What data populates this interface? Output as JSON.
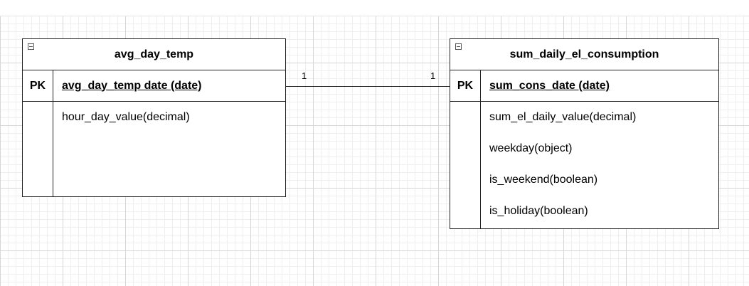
{
  "entities": [
    {
      "title": "avg_day_temp",
      "pk_label": "PK",
      "pk_field": "avg_day_temp date (date)",
      "attributes": [
        "hour_day_value(decimal)"
      ]
    },
    {
      "title": "sum_daily_el_consumption",
      "pk_label": "PK",
      "pk_field": "sum_cons_date (date)",
      "attributes": [
        "sum_el_daily_value(decimal)",
        "weekday(object)",
        "is_weekend(boolean)",
        "is_holiday(boolean)"
      ]
    }
  ],
  "relationship": {
    "left_cardinality": "1",
    "right_cardinality": "1"
  }
}
